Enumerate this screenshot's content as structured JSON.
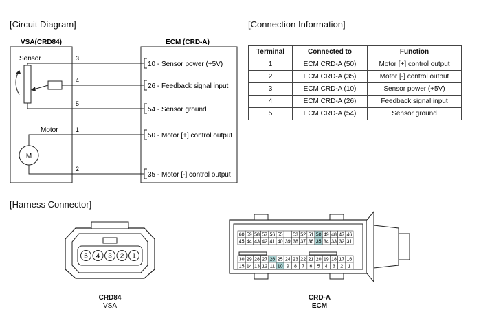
{
  "sections": {
    "circuit": "[Circuit Diagram]",
    "connection": "[Connection Information]",
    "harness": "[Harness Connector]"
  },
  "circuit": {
    "vsa_title": "VSA(CRD84)",
    "ecm_title": "ECM (CRD-A)",
    "sensor_label": "Sensor",
    "motor_label": "Motor",
    "motor_symbol": "M",
    "vsa_pins": [
      "3",
      "4",
      "5",
      "1",
      "2"
    ],
    "ecm_terminals": [
      "10 - Sensor power (+5V)",
      "26 - Feedback signal input",
      "54 - Sensor ground",
      "50 - Motor [+] control output",
      "35 - Motor [-] control output"
    ]
  },
  "table": {
    "headers": [
      "Terminal",
      "Connected to",
      "Function"
    ],
    "rows": [
      [
        "1",
        "ECM CRD-A (50)",
        "Motor [+] control output"
      ],
      [
        "2",
        "ECM CRD-A (35)",
        "Motor [-] control output"
      ],
      [
        "3",
        "ECM CRD-A (10)",
        "Sensor power (+5V)"
      ],
      [
        "4",
        "ECM CRD-A (26)",
        "Feedback signal input"
      ],
      [
        "5",
        "ECM CRD-A (54)",
        "Sensor ground"
      ]
    ]
  },
  "harness": {
    "crd84": {
      "name": "CRD84",
      "sub": "VSA",
      "pins": [
        "5",
        "4",
        "3",
        "2",
        "1"
      ]
    },
    "crda": {
      "name": "CRD-A",
      "sub": "ECM",
      "highlight_color": "#a9d3d3",
      "highlighted": [
        "50",
        "35",
        "26",
        "10"
      ],
      "row1": [
        "60",
        "59",
        "58",
        "57",
        "56",
        "55",
        "",
        "53",
        "52",
        "51",
        "50",
        "49",
        "48",
        "47",
        "46"
      ],
      "row2": [
        "45",
        "44",
        "43",
        "42",
        "41",
        "40",
        "39",
        "38",
        "37",
        "36",
        "35",
        "34",
        "33",
        "32",
        "31"
      ],
      "row3": [
        "30",
        "29",
        "28",
        "27",
        "26",
        "25",
        "24",
        "23",
        "22",
        "21",
        "20",
        "19",
        "18",
        "17",
        "16"
      ],
      "row4": [
        "15",
        "14",
        "13",
        "12",
        "11",
        "10",
        "9",
        "8",
        "7",
        "6",
        "5",
        "4",
        "3",
        "2",
        "1"
      ]
    }
  }
}
